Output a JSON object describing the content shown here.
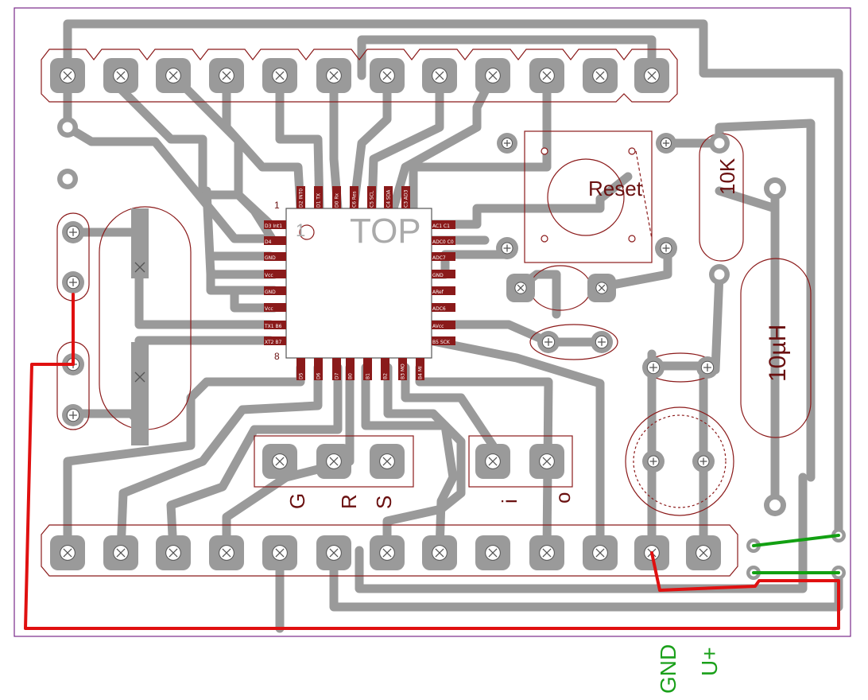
{
  "board": {
    "ic_marker": "TOP",
    "ic_pin1_label": "1",
    "ic_pin8_label": "8",
    "ic_pin1_inner": "1",
    "reset_label": "Reset",
    "resistor_label": "10K",
    "inductor_label": "10µH",
    "header_labels": [
      "G",
      "R",
      "S",
      "i",
      "o"
    ],
    "power_labels": [
      "GND",
      "U+"
    ],
    "ic_pins_top": [
      "D2 INT0",
      "D1 TX",
      "D0 Rx",
      "C6 Res",
      "C5 SCL",
      "C4 SDA",
      "C3 AD3"
    ],
    "ic_pins_left": [
      "D3 Int1",
      "D4",
      "GND",
      "Vcc",
      "GND",
      "Vcc",
      "TX1 B6",
      "XT2 B7"
    ],
    "ic_pins_right": [
      "AC1 C1",
      "ADC0 C0",
      "ADC7",
      "GND",
      "ARef",
      "ADC6",
      "AVcc",
      "B5 SCK"
    ],
    "ic_pins_bottom": [
      "D5",
      "D6",
      "D7",
      "B0",
      "B1",
      "B2",
      "B3 MO",
      "B4 MI"
    ]
  },
  "colors": {
    "copper": "#9a9a9a",
    "jumper_red": "#e01010",
    "jumper_green": "#12a012",
    "silkscreen": "#8b1a1a",
    "board_outline": "#7a2a8a",
    "power_label": "#1aa01a"
  }
}
